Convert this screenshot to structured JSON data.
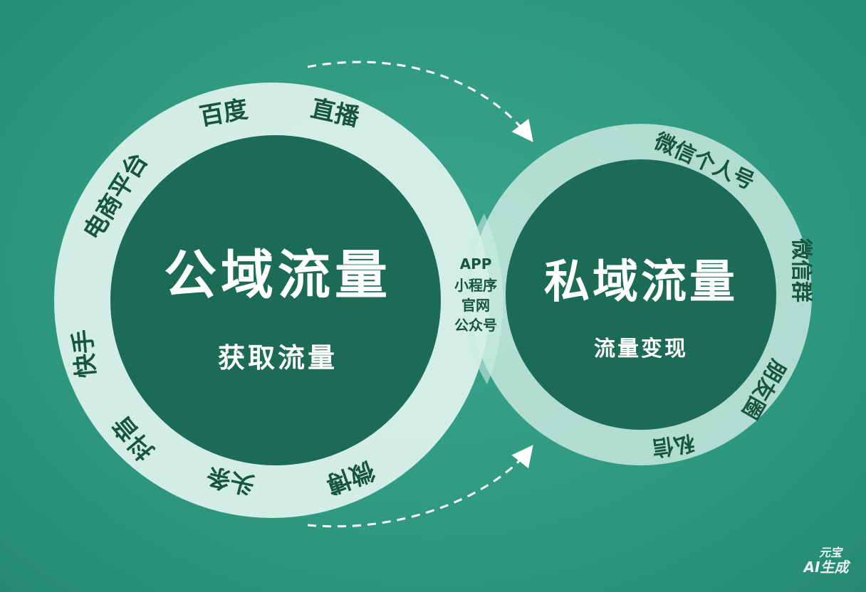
{
  "public_domain": {
    "title": "公域流量",
    "subtitle": "获取流量",
    "channels": [
      "百度",
      "直播",
      "电商平台",
      "快手",
      "抖音",
      "头条",
      "微博"
    ]
  },
  "private_domain": {
    "title": "私域流量",
    "subtitle": "流量变现",
    "channels": [
      "微信个人号",
      "微信群",
      "朋友圈",
      "私信"
    ]
  },
  "overlap": {
    "lines": [
      "APP",
      "小程序",
      "官网",
      "公众号"
    ]
  },
  "arrows": [
    {
      "from": "public_domain",
      "to": "private_domain",
      "style": "dashed"
    },
    {
      "from": "public_domain",
      "to": "private_domain",
      "style": "dashed"
    }
  ],
  "watermark": {
    "line1": "元宝",
    "line2": "AI生成"
  },
  "colors": {
    "background": "#2f9a80",
    "inner_circle": "#1c6b55",
    "ring": "#dff4ee",
    "ring_text": "#17553f",
    "title": "#ffffff"
  }
}
